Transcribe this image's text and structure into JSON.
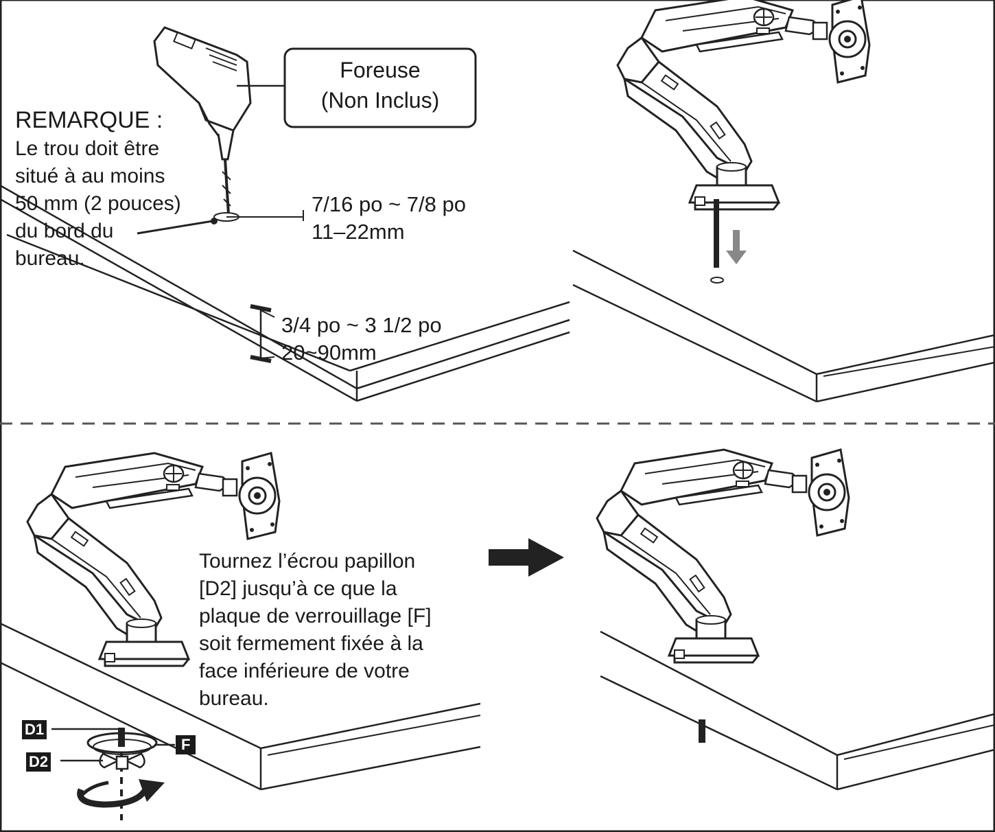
{
  "drill_label": {
    "line1": "Foreuse",
    "line2": "(Non Inclus)"
  },
  "note": {
    "title": "REMARQUE :",
    "lines": [
      "Le trou doit être",
      "situé à au moins",
      "50 mm (2 pouces)",
      "du bord du",
      "bureau."
    ]
  },
  "hole_diameter": {
    "imperial": "7/16 po ~ 7/8 po",
    "metric": "11–22mm"
  },
  "desk_thickness": {
    "imperial": "3/4 po ~ 3 1/2 po",
    "metric": "20~90mm"
  },
  "instruction": {
    "lines": [
      "Tournez l’écrou papillon",
      "[D2] jusqu’à ce que la",
      "plaque de verrouillage [F]",
      "soit fermement fixée à la",
      "face inférieure de votre",
      "bureau."
    ]
  },
  "part_labels": {
    "d1": "D1",
    "d2": "D2",
    "f": "F"
  }
}
